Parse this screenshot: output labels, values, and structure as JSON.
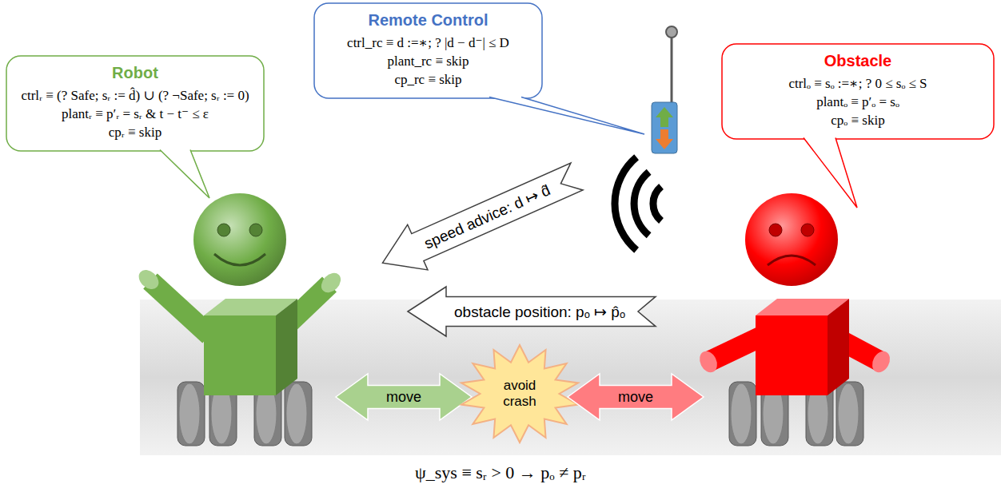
{
  "diagram": {
    "nodes": [
      {
        "text": [
          "Robot",
          "ctrlᵣ ≡ (? Safe; sᵣ := d̂) ∪ (? ¬Safe; sᵣ := 0)",
          "plantᵣ ≡ p′ᵣ = sᵣ & t − t⁻ ≤ ε",
          "cpᵣ ≡ skip"
        ]
      },
      {
        "text": [
          "Remote Control",
          "ctrl_rc ≡ d :=∗; ? |d − d⁻| ≤ D",
          "plant_rc ≡ skip",
          "cp_rc ≡ skip"
        ]
      },
      {
        "text": [
          "Obstacle",
          "ctrlₒ ≡ sₒ :=∗; ? 0 ≤ sₒ ≤ S",
          "plantₒ ≡ p′ₒ = sₒ",
          "cpₒ ≡ skip"
        ]
      },
      {
        "text": [
          "speed advice: d ↦ d̂"
        ]
      },
      {
        "text": [
          "obstacle position: pₒ ↦ p̂ₒ"
        ]
      },
      {
        "text": [
          "move"
        ]
      },
      {
        "text": [
          "avoid crash"
        ]
      },
      {
        "text": [
          "move"
        ]
      }
    ],
    "labels": [
      "ψ_sys ≡ sᵣ > 0 → pₒ ≠ pᵣ"
    ]
  }
}
